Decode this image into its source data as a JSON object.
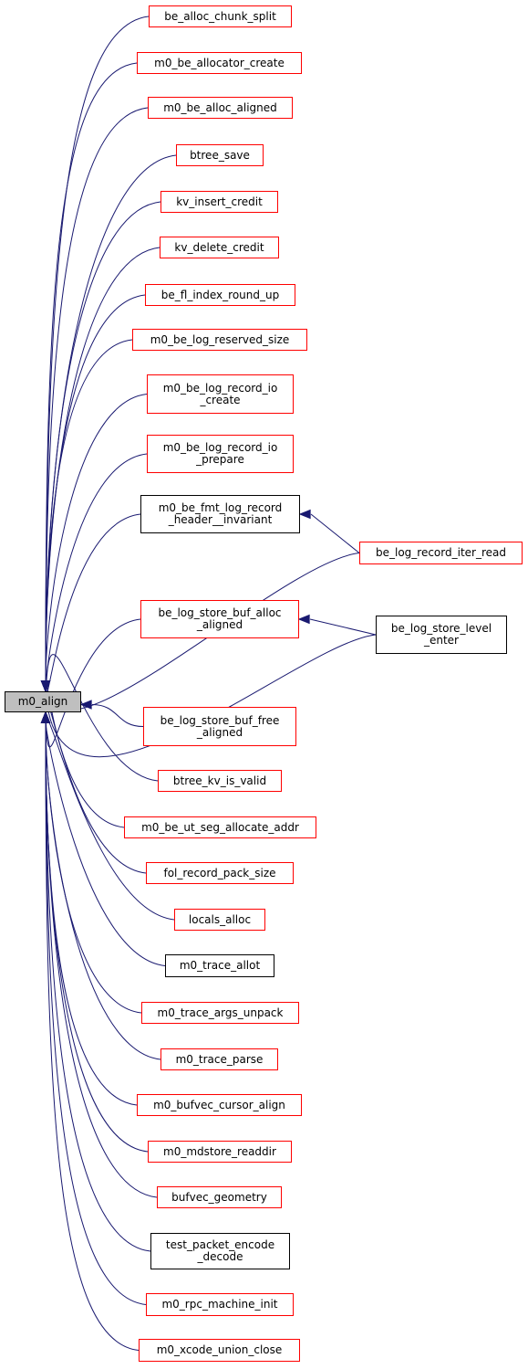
{
  "root": {
    "lines": [
      "m0_align"
    ]
  },
  "nodes": {
    "n1": {
      "lines": [
        "be_alloc_chunk_split"
      ],
      "doc": false
    },
    "n2": {
      "lines": [
        "m0_be_allocator_create"
      ],
      "doc": false
    },
    "n3": {
      "lines": [
        "m0_be_alloc_aligned"
      ],
      "doc": false
    },
    "n4": {
      "lines": [
        "btree_save"
      ],
      "doc": false
    },
    "n5": {
      "lines": [
        "kv_insert_credit"
      ],
      "doc": false
    },
    "n6": {
      "lines": [
        "kv_delete_credit"
      ],
      "doc": false
    },
    "n7": {
      "lines": [
        "be_fl_index_round_up"
      ],
      "doc": false
    },
    "n8": {
      "lines": [
        "m0_be_log_reserved_size"
      ],
      "doc": false
    },
    "n9": {
      "lines": [
        "m0_be_log_record_io",
        "_create"
      ],
      "doc": false
    },
    "n10": {
      "lines": [
        "m0_be_log_record_io",
        "_prepare"
      ],
      "doc": false
    },
    "n11": {
      "lines": [
        "m0_be_fmt_log_record",
        "_header__invariant"
      ],
      "doc": true
    },
    "n12": {
      "lines": [
        "be_log_record_iter_read"
      ],
      "doc": false
    },
    "n13": {
      "lines": [
        "be_log_store_buf_alloc",
        "_aligned"
      ],
      "doc": false
    },
    "n14": {
      "lines": [
        "be_log_store_level",
        "_enter"
      ],
      "doc": true
    },
    "n15": {
      "lines": [
        "be_log_store_buf_free",
        "_aligned"
      ],
      "doc": false
    },
    "n16": {
      "lines": [
        "btree_kv_is_valid"
      ],
      "doc": false
    },
    "n17": {
      "lines": [
        "m0_be_ut_seg_allocate_addr"
      ],
      "doc": false
    },
    "n18": {
      "lines": [
        "fol_record_pack_size"
      ],
      "doc": false
    },
    "n19": {
      "lines": [
        "locals_alloc"
      ],
      "doc": false
    },
    "n20": {
      "lines": [
        "m0_trace_allot"
      ],
      "doc": true
    },
    "n21": {
      "lines": [
        "m0_trace_args_unpack"
      ],
      "doc": false
    },
    "n22": {
      "lines": [
        "m0_trace_parse"
      ],
      "doc": false
    },
    "n23": {
      "lines": [
        "m0_bufvec_cursor_align"
      ],
      "doc": false
    },
    "n24": {
      "lines": [
        "m0_mdstore_readdir"
      ],
      "doc": false
    },
    "n25": {
      "lines": [
        "bufvec_geometry"
      ],
      "doc": false
    },
    "n26": {
      "lines": [
        "test_packet_encode",
        "_decode"
      ],
      "doc": true
    },
    "n27": {
      "lines": [
        "m0_rpc_machine_init"
      ],
      "doc": false
    },
    "n28": {
      "lines": [
        "m0_xcode_union_close"
      ],
      "doc": false
    }
  },
  "edges": [
    [
      "n1",
      "root"
    ],
    [
      "n2",
      "root"
    ],
    [
      "n3",
      "root"
    ],
    [
      "n4",
      "root"
    ],
    [
      "n5",
      "root"
    ],
    [
      "n6",
      "root"
    ],
    [
      "n7",
      "root"
    ],
    [
      "n8",
      "root"
    ],
    [
      "n9",
      "root"
    ],
    [
      "n10",
      "root"
    ],
    [
      "n11",
      "root"
    ],
    [
      "n12",
      "root"
    ],
    [
      "n13",
      "root"
    ],
    [
      "n14",
      "root"
    ],
    [
      "n15",
      "root"
    ],
    [
      "n16",
      "root"
    ],
    [
      "n17",
      "root"
    ],
    [
      "n18",
      "root"
    ],
    [
      "n19",
      "root"
    ],
    [
      "n20",
      "root"
    ],
    [
      "n21",
      "root"
    ],
    [
      "n22",
      "root"
    ],
    [
      "n23",
      "root"
    ],
    [
      "n24",
      "root"
    ],
    [
      "n25",
      "root"
    ],
    [
      "n26",
      "root"
    ],
    [
      "n27",
      "root"
    ],
    [
      "n28",
      "root"
    ],
    [
      "n12",
      "n11"
    ],
    [
      "n14",
      "n13"
    ]
  ],
  "colors": {
    "edge": "#191970",
    "linked_border": "#ff0000",
    "documented_border": "#000000",
    "root_fill": "#bfbfbf"
  }
}
